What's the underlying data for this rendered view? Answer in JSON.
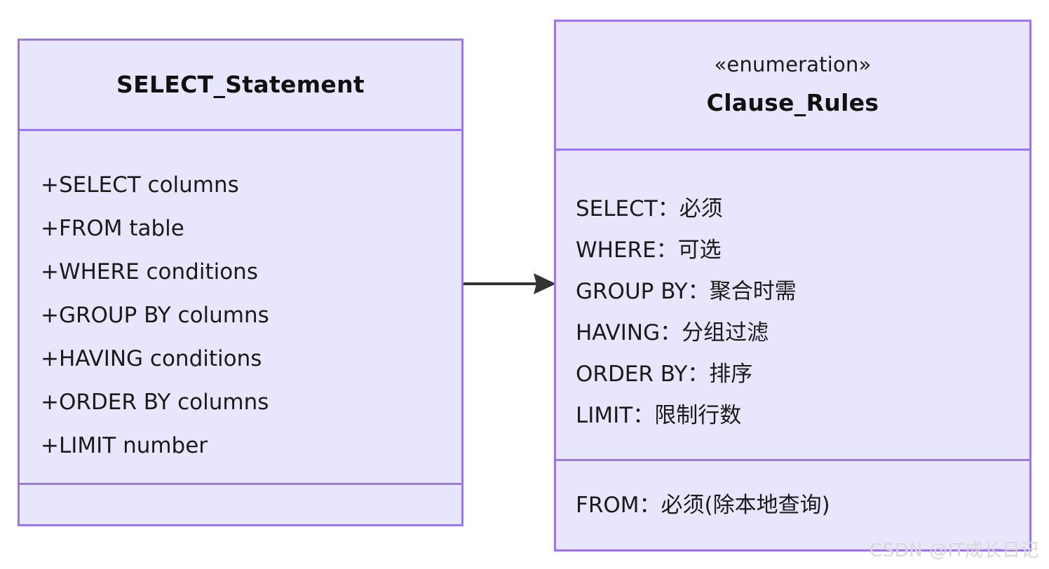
{
  "diagram": {
    "type": "uml-class-diagram",
    "background_color": "#ffffff",
    "box_fill_color": "#e8e6fc",
    "box_border_color": "#9d77e8",
    "text_color": "#1a1a1a",
    "connector_color": "#333333"
  },
  "classes": [
    {
      "id": "select-statement",
      "name": "SELECT_Statement",
      "stereotype": "",
      "attributes": [
        "+SELECT columns",
        "+FROM table",
        "+WHERE conditions",
        "+GROUP BY columns",
        "+HAVING conditions",
        "+ORDER BY columns",
        "+LIMIT number"
      ],
      "operations": []
    },
    {
      "id": "clause-rules",
      "name": "Clause_Rules",
      "stereotype": "«enumeration»",
      "literals": [
        "SELECT：必须",
        "WHERE：可选",
        "GROUP BY：聚合时需",
        "HAVING：分组过滤",
        "ORDER BY：排序",
        "LIMIT：限制行数"
      ],
      "notes": [
        "FROM：必须(除本地查询)"
      ]
    }
  ],
  "connector": {
    "from": "select-statement",
    "to": "clause-rules",
    "style": "solid-line-filled-arrowhead",
    "label": ""
  },
  "watermark": {
    "text": "CSDN @IT成长日记"
  }
}
